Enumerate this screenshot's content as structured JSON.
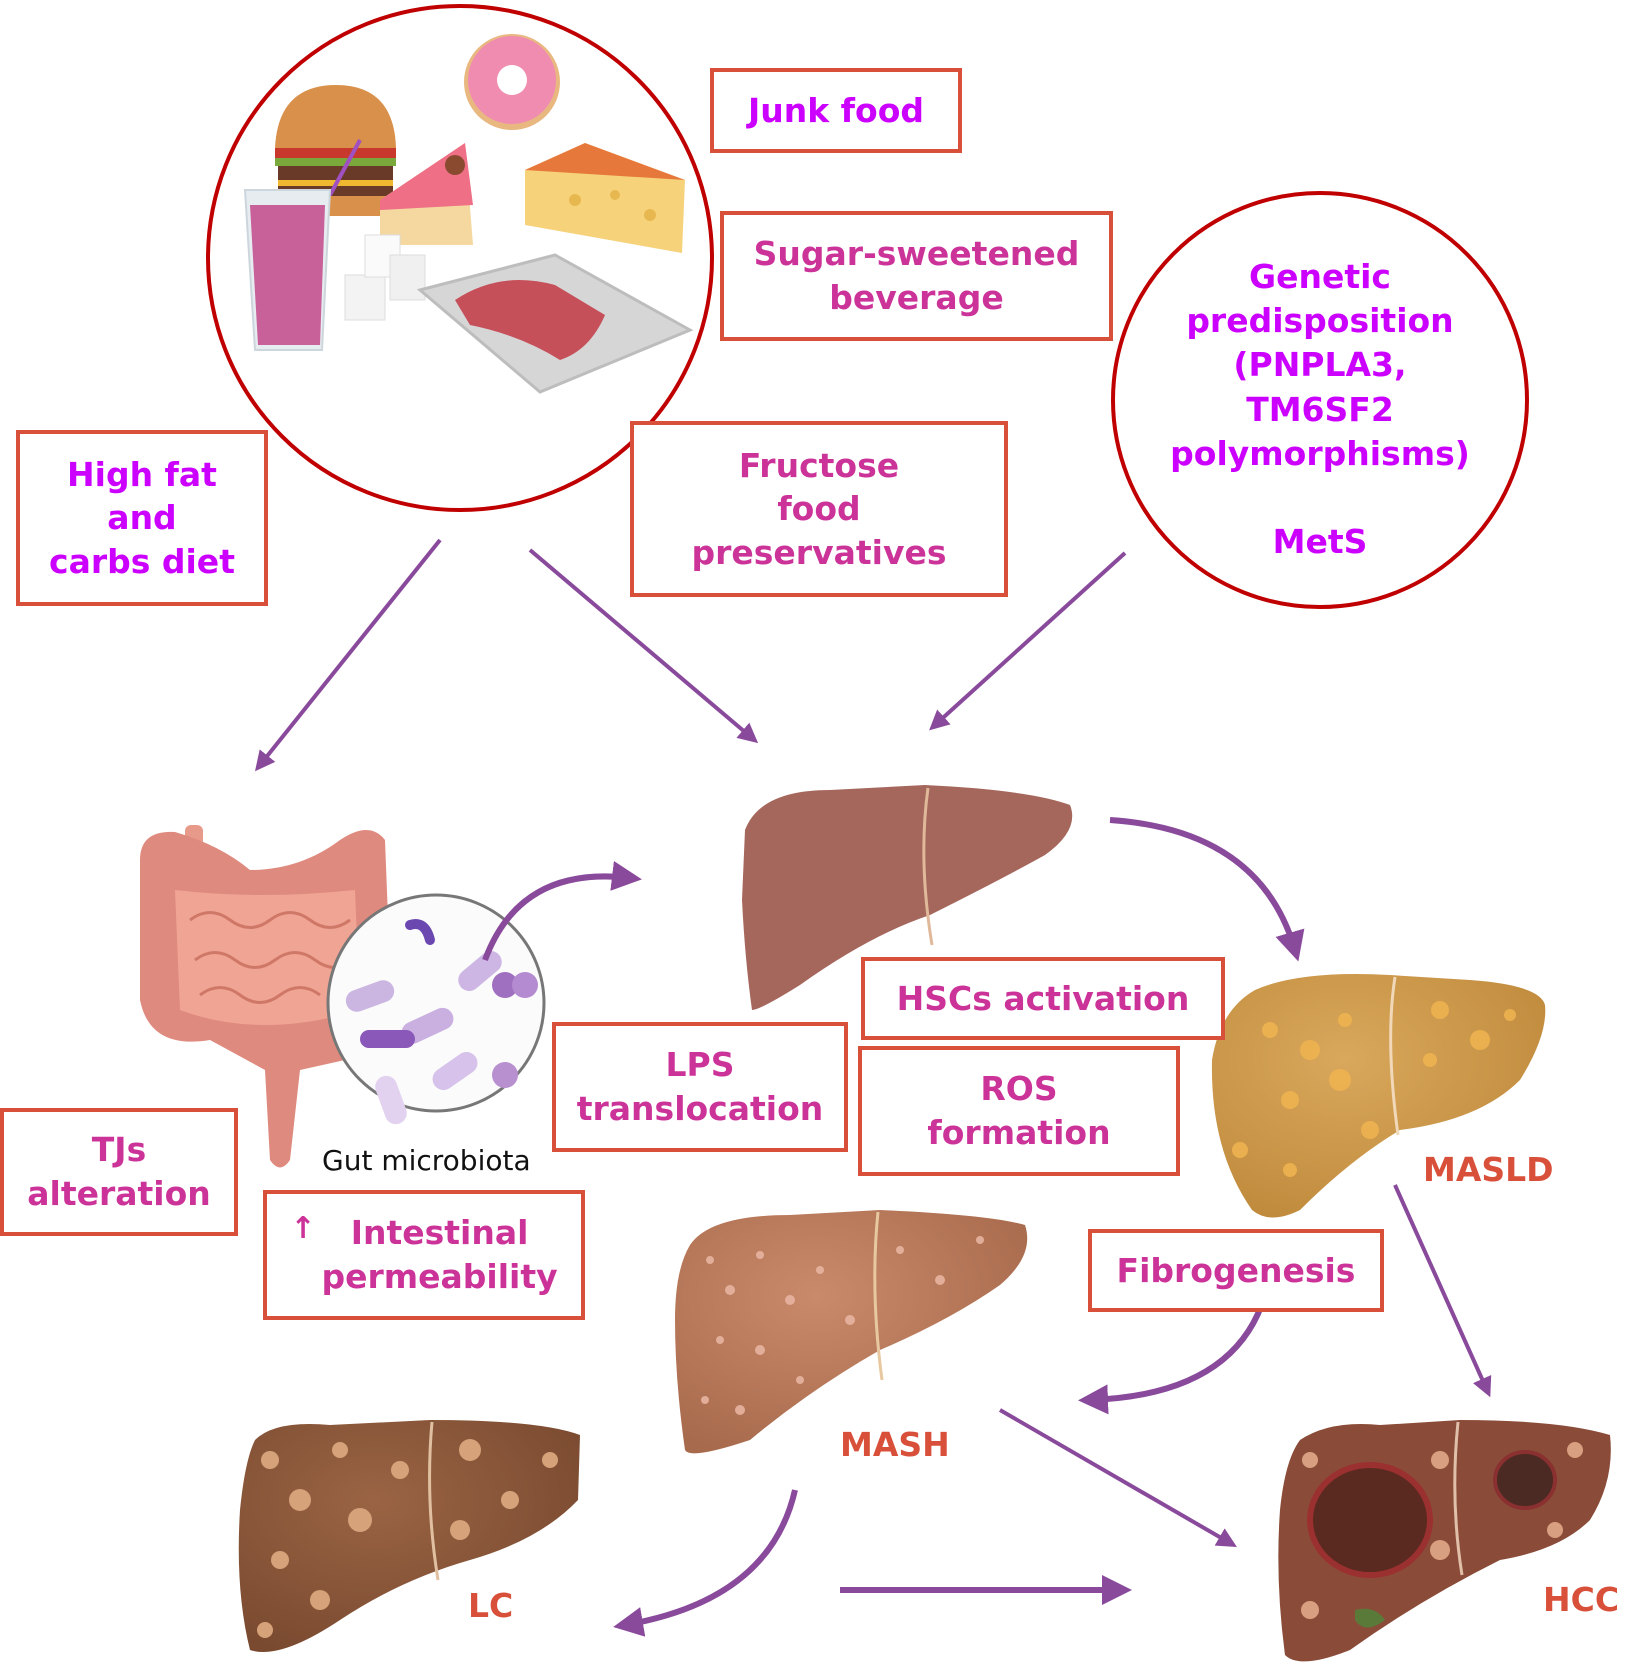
{
  "diagram": {
    "title": "MASLD pathogenesis and progression (gut–liver axis)",
    "colors": {
      "box_border": "#d9503a",
      "text_violet": "#cc00ff",
      "text_magenta": "#cc3399",
      "stage_label": "#d9503a",
      "circle_border": "#c00000",
      "arrow": "#8a4a9c"
    },
    "risk_factors": {
      "junk_food": "Junk food",
      "sugar_beverage": "Sugar-sweetened\nbeverage",
      "high_fat": "High fat\nand\ncarbs diet",
      "fructose": "Fructose\nfood\npreservatives",
      "genetic": "Genetic\npredisposition\n(PNPLA3,\nTM6SF2\npolymorphisms)\n\nMetS"
    },
    "mechanisms": {
      "tjs": "TJs\nalteration",
      "permeability_arrow": "↑",
      "permeability": "Intestinal\npermeability",
      "gut_microbiota": "Gut microbiota",
      "lps": "LPS\ntranslocation",
      "hscs": "HSCs activation",
      "ros": "ROS\nformation",
      "fibrogenesis": "Fibrogenesis"
    },
    "stages": {
      "masld": "MASLD",
      "mash": "MASH",
      "lc": "LC",
      "hcc": "HCC"
    },
    "illustrations": {
      "food_circle": [
        "burger",
        "donut",
        "milkshake",
        "cake-slice",
        "cheese",
        "sugar-cubes",
        "meat-tray"
      ],
      "gut": "intestine",
      "microbiota": "bacteria-magnifier",
      "livers": [
        "healthy-liver",
        "fatty-liver",
        "mash-liver",
        "cirrhotic-liver",
        "hcc-liver"
      ]
    }
  }
}
